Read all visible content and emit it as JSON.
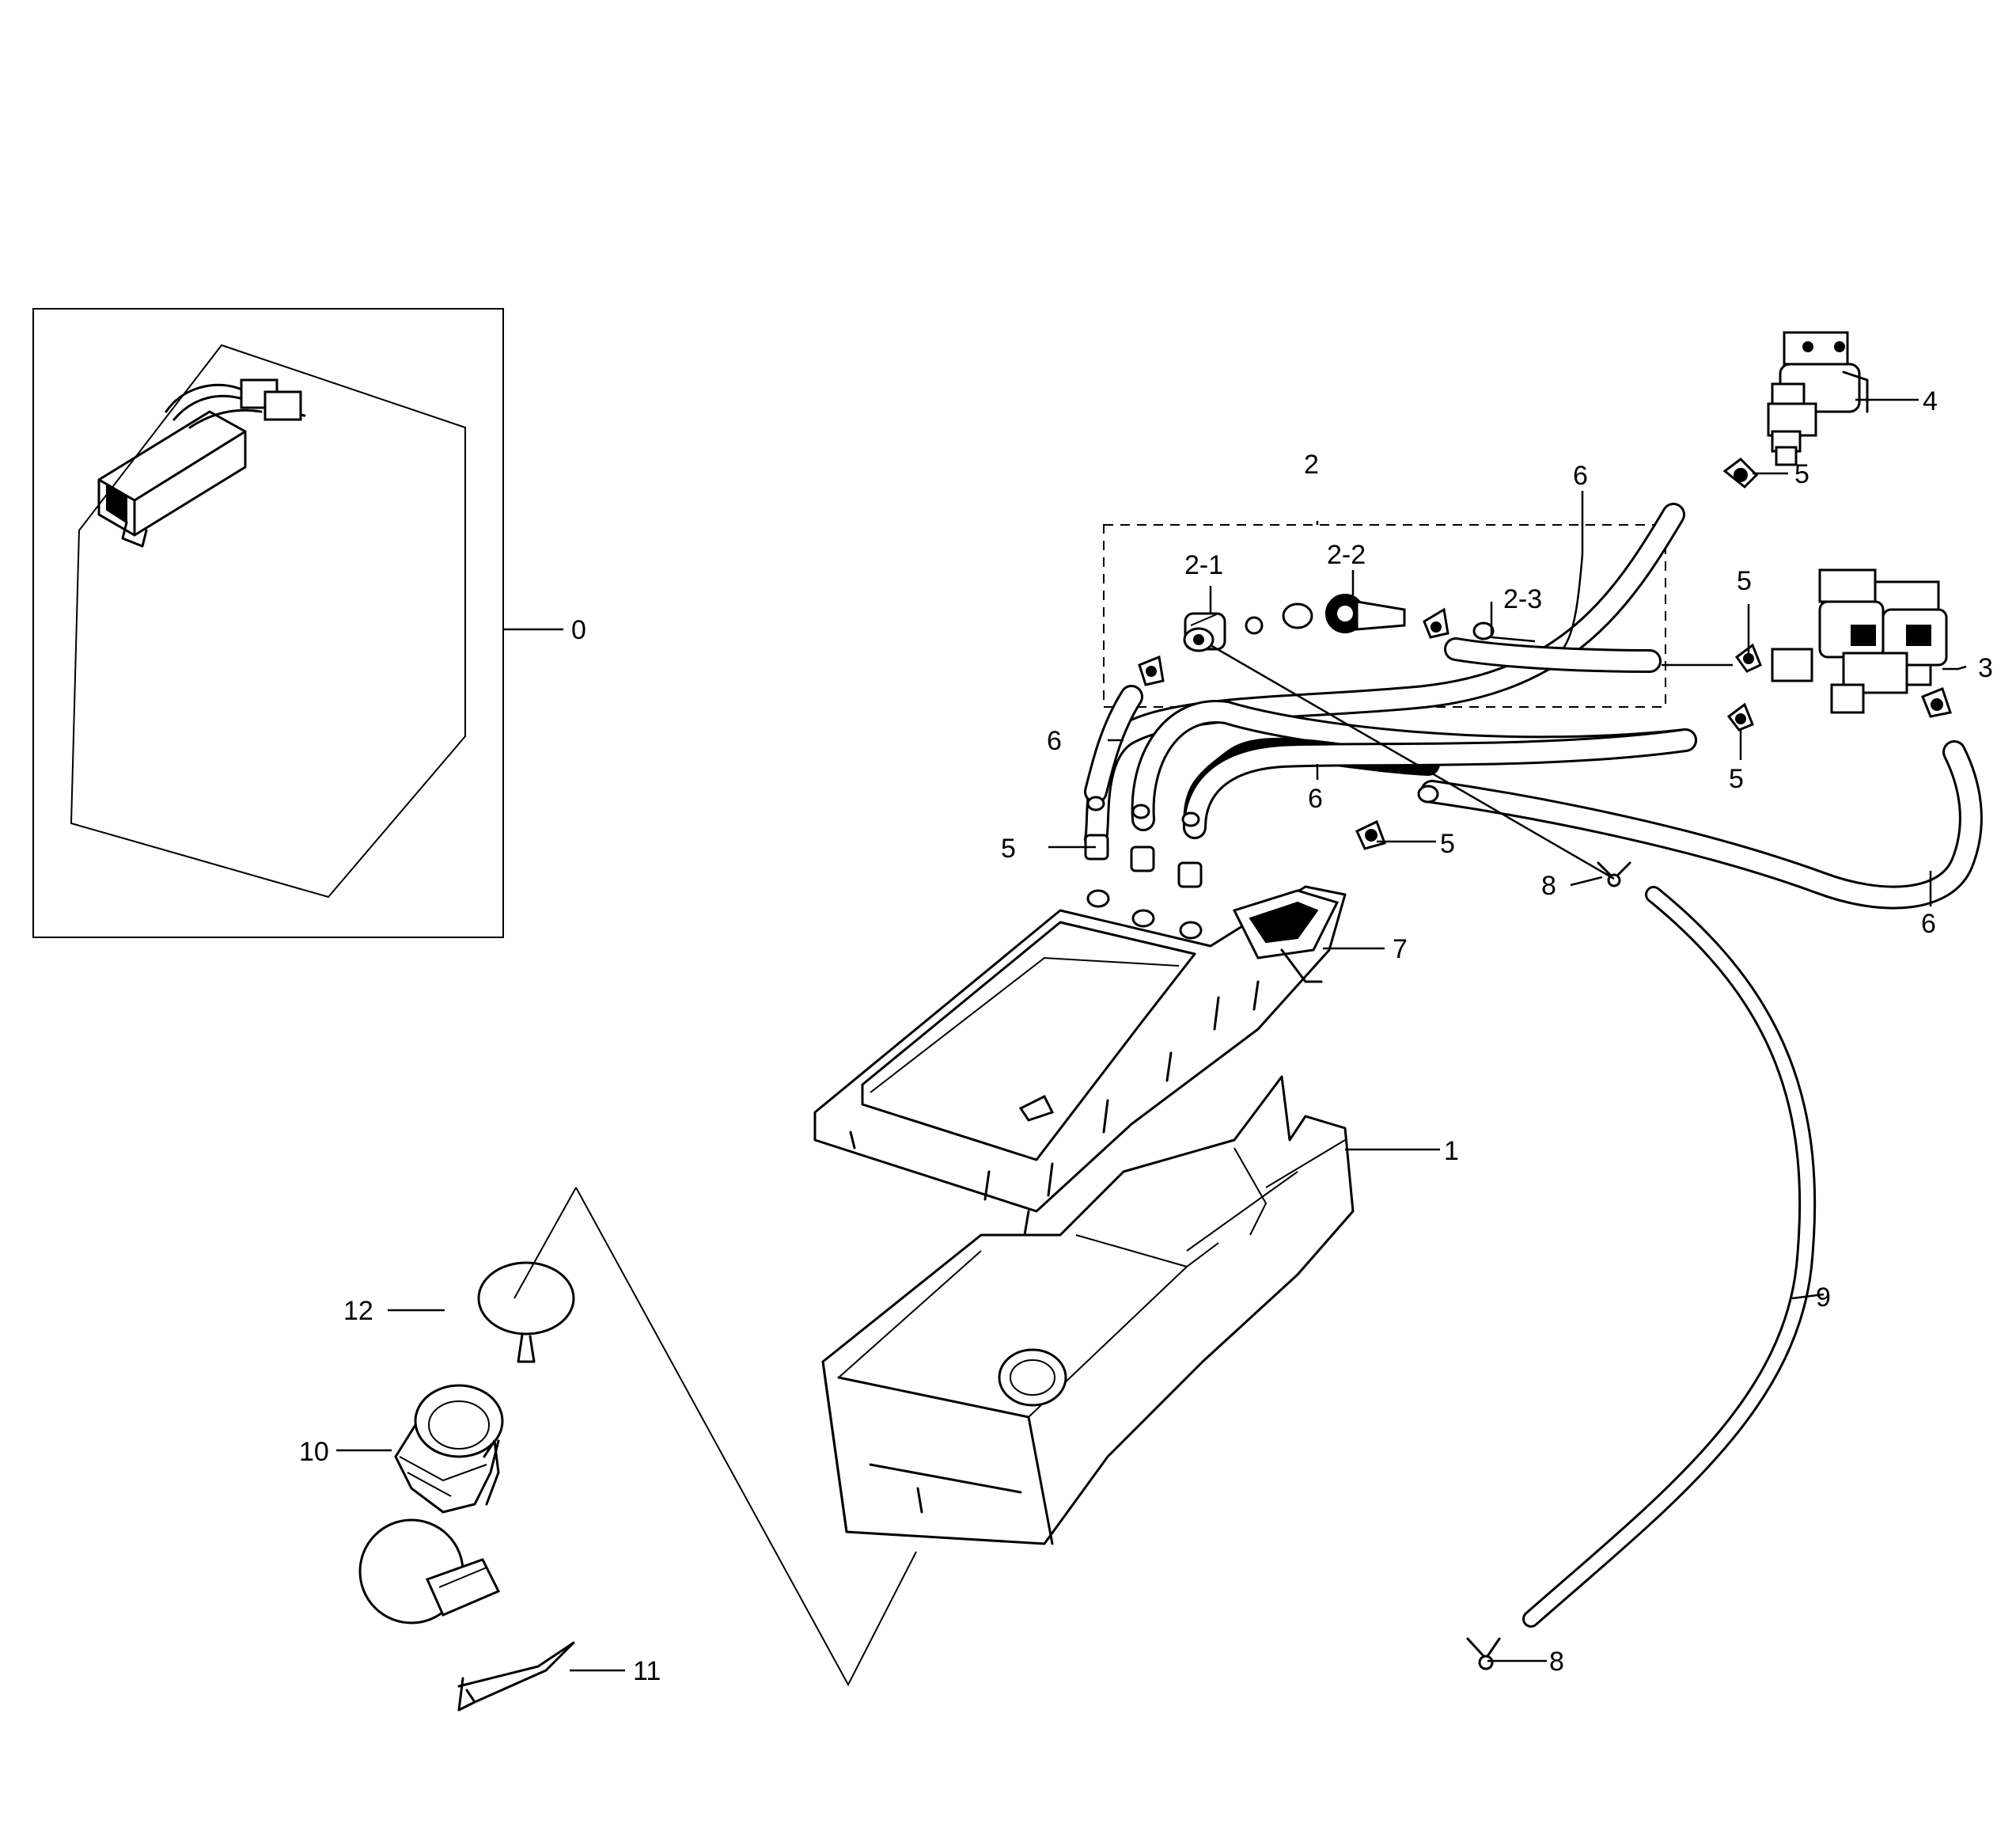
{
  "callouts": {
    "c0": "0",
    "c1": "1",
    "c2": "2",
    "c2_1": "2-1",
    "c2_2": "2-2",
    "c2_3": "2-3",
    "c3": "3",
    "c4": "4",
    "c5_a": "5",
    "c5_b": "5",
    "c5_c": "5",
    "c5_d": "5",
    "c5_e": "5",
    "c6_a": "6",
    "c6_b": "6",
    "c6_c": "6",
    "c6_d": "6",
    "c7": "7",
    "c8_a": "8",
    "c8_b": "8",
    "c9": "9",
    "c10": "10",
    "c11": "11",
    "c12": "12"
  }
}
